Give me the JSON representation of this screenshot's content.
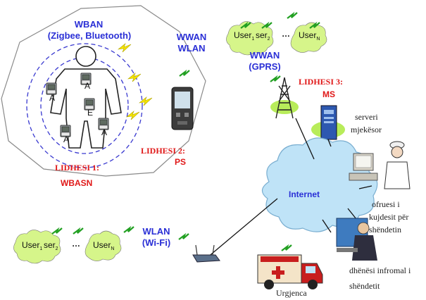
{
  "labels": {
    "wban_title": "WBAN",
    "wban_sub": "(Zigbee, Bluetooth)",
    "wwan_wlan_1": "WWAN",
    "wwan_wlan_2": "WLAN",
    "wwan_gprs_1": "WWAN",
    "wwan_gprs_2": "(GPRS)",
    "wlan_wifi_1": "WLAN",
    "wlan_wifi_2": "(Wi-Fi)",
    "lidhesi1_a": "LIDHESI 1:",
    "lidhesi1_b": "WBASN",
    "lidhesi2_a": "LIDHESI  2:",
    "lidhesi2_b": "PS",
    "lidhesi3_a": "LIDHESI 3:",
    "lidhesi3_b": "MS",
    "internet": "Internet",
    "server_1": "serveri",
    "server_2": "mjekësor",
    "caregiver_1": "ofruesi i",
    "caregiver_2": "kujdesit për",
    "caregiver_3": "shëndetin",
    "informal_1": "dhënësi infromal i",
    "informal_2": "shëndetit",
    "urgjenca": "Urgjenca",
    "sensor_a": "A",
    "sensor_e": "E",
    "dots": "…"
  },
  "users_top": {
    "u1": "User",
    "u1_sub": "1",
    "u2": "ser",
    "u2_sub": "2",
    "uN": "User",
    "uN_sub": "N"
  },
  "users_bottom": {
    "u1": "User",
    "u1_sub": "1",
    "u2": "ser",
    "u2_sub": "2",
    "uN": "User",
    "uN_sub": "N"
  },
  "colors": {
    "label_blue": "#2a2fd6",
    "label_red": "#e01818",
    "octagon": "#8a8a8a",
    "ring": "#3a3ad0",
    "cloud": "#bfe3f7",
    "user_blob": "#d6f58a",
    "bolt": "#f5e400",
    "signal": "#22a022",
    "ambulance": "#c81e1e"
  },
  "icons": [
    "human-body-icon",
    "sensor-icon",
    "pda-icon",
    "tower-icon",
    "server-icon",
    "computer-icon",
    "nurse-icon",
    "user-at-pc-icon",
    "ambulance-icon",
    "router-icon",
    "bolt-icon",
    "signal-icon"
  ]
}
